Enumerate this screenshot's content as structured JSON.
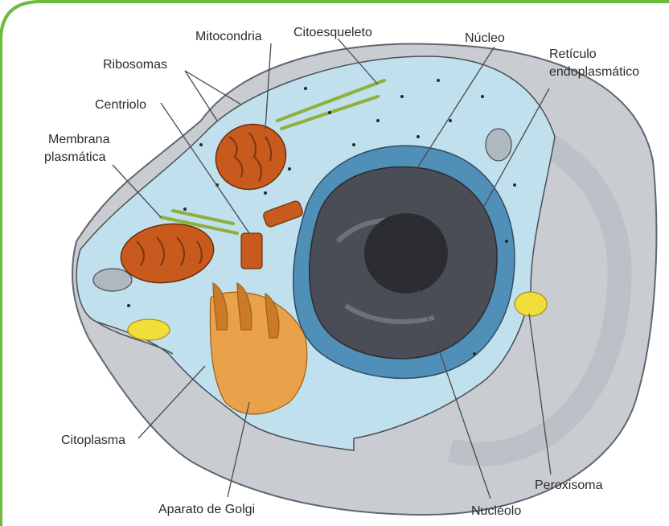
{
  "colors": {
    "frame": "#6dbb3a",
    "outer_cell": "#c9cdd2",
    "outer_cell_edge": "#5f6670",
    "cytoplasm": "#bfe0ec",
    "nuclear_envelope": "#4f8fb8",
    "nucleus": "#4a4d55",
    "nucleolus": "#2c2d31",
    "mitochondria": "#c85a1d",
    "golgi": "#e9a24a",
    "peroxisome": "#f2de3a",
    "cytoskeleton": "#8fae3c"
  },
  "labels": {
    "mitocondria": "Mitocondria",
    "citoesqueleto": "Citoesqueleto",
    "nucleo": "Núcleo",
    "reticulo_1": "Retículo",
    "reticulo_2": "endoplasmático",
    "ribosomas": "Ribosomas",
    "centriolo": "Centriolo",
    "membrana_1": "Membrana",
    "membrana_2": "plasmática",
    "citoplasma": "Citoplasma",
    "aparato_golgi": "Aparato de Golgi",
    "nucleolo": "Nucléolo",
    "peroxisoma": "Peroxisoma"
  }
}
